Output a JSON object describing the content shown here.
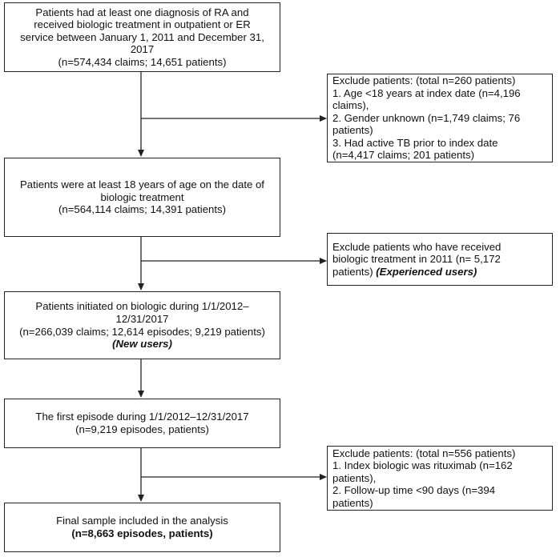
{
  "boxes": {
    "b1": {
      "lines": [
        "Patients had at least one diagnosis of RA and",
        "received biologic treatment in outpatient or ER",
        "service between January 1, 2011 and December 31,",
        "2017",
        "(n=574,434 claims; 14,651 patients)"
      ]
    },
    "e1": {
      "lines": [
        "Exclude patients: (total n=260 patients)",
        "1. Age <18 years at index date (n=4,196",
        "claims),",
        "2. Gender unknown (n=1,749 claims; 76",
        "patients)",
        "3. Had active TB prior to index date",
        "(n=4,417 claims; 201 patients)"
      ]
    },
    "b2": {
      "lines": [
        "Patients were at least 18 years of age on the date of",
        "biologic treatment",
        "(n=564,114 claims; 14,391 patients)"
      ]
    },
    "e2": {
      "line1": "Exclude patients who have received",
      "line2": "biologic treatment in 2011 (n= 5,172",
      "line3_plain": "patients) ",
      "line3_emph": "(Experienced users)"
    },
    "b3": {
      "lines": [
        "Patients initiated on biologic during 1/1/2012–",
        "12/31/2017",
        "(n=266,039 claims; 12,614 episodes; 9,219 patients)"
      ],
      "emph": "(New users)"
    },
    "b4": {
      "lines": [
        "The first episode during 1/1/2012–12/31/2017",
        "(n=9,219 episodes, patients)"
      ]
    },
    "e3": {
      "lines": [
        "Exclude patients: (total n=556 patients)",
        "1. Index biologic was rituximab (n=162",
        "patients),",
        "2. Follow-up time <90 days (n=394",
        "patients)"
      ]
    },
    "b5": {
      "line1": "Final sample included in the analysis",
      "emph": "(n=8,663 episodes, patients)"
    }
  }
}
